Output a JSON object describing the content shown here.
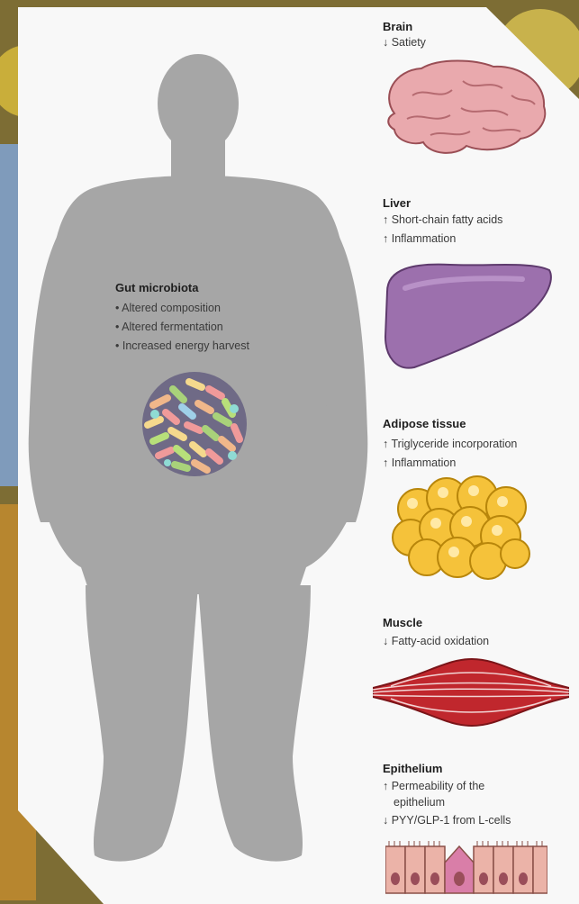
{
  "gut": {
    "title": "Gut microbiota",
    "items": [
      "Altered composition",
      "Altered fermentation",
      "Increased energy harvest"
    ]
  },
  "organs": {
    "brain": {
      "title": "Brain",
      "effects": [
        "↓ Satiety"
      ]
    },
    "liver": {
      "title": "Liver",
      "effects": [
        "↑ Short-chain fatty acids",
        "↑ Inflammation"
      ]
    },
    "adipose": {
      "title": "Adipose tissue",
      "effects": [
        "↑ Triglyceride incorporation",
        "↑ Inflammation"
      ]
    },
    "muscle": {
      "title": "Muscle",
      "effects": [
        "↓ Fatty-acid oxidation"
      ]
    },
    "epithelium": {
      "title": "Epithelium",
      "effects": [
        "↑ Permeability of the",
        "epithelium",
        "↓ PYY/GLP-1 from L-cells"
      ]
    }
  },
  "colors": {
    "card": "#f8f8f8",
    "silhouette": "#a6a6a6",
    "brain": "#e9a9ad",
    "liver": "#9c70ad",
    "adipose": "#f5c23a",
    "muscle": "#c0272d",
    "epithelium": "#ebb3a8"
  }
}
